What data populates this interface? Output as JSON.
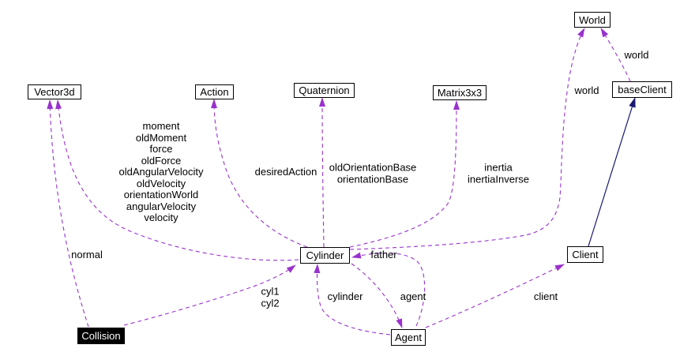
{
  "diagram": {
    "kind": "uml-collaboration-graph",
    "colors": {
      "canvas": "#ffffff",
      "usage_edge": "#9932cc",
      "inheritance_edge": "#191970",
      "node_border": "#000000",
      "node_background": "#ffffff",
      "node_text": "#000000",
      "highlighted_node_background": "#000000",
      "highlighted_node_text": "#ffffff"
    },
    "nodes": [
      {
        "id": "world",
        "label": "World",
        "highlighted": false
      },
      {
        "id": "vector3d",
        "label": "Vector3d",
        "highlighted": false
      },
      {
        "id": "action",
        "label": "Action",
        "highlighted": false
      },
      {
        "id": "quaternion",
        "label": "Quaternion",
        "highlighted": false
      },
      {
        "id": "matrix3x3",
        "label": "Matrix3x3",
        "highlighted": false
      },
      {
        "id": "baseclient",
        "label": "baseClient",
        "highlighted": false
      },
      {
        "id": "cylinder",
        "label": "Cylinder",
        "highlighted": false
      },
      {
        "id": "client",
        "label": "Client",
        "highlighted": false
      },
      {
        "id": "collision",
        "label": "Collision",
        "highlighted": true
      },
      {
        "id": "agent",
        "label": "Agent",
        "highlighted": false
      }
    ],
    "edges": [
      {
        "from": "Cylinder",
        "to": "Vector3d",
        "relation": "usage",
        "style": "dashed",
        "label_lines": [
          "moment",
          "oldMoment",
          "force",
          "oldForce",
          "oldAngularVelocity",
          "oldVelocity",
          "orientationWorld",
          "angularVelocity",
          "velocity"
        ]
      },
      {
        "from": "Collision",
        "to": "Vector3d",
        "relation": "usage",
        "style": "dashed",
        "label_lines": [
          "normal"
        ]
      },
      {
        "from": "Cylinder",
        "to": "Action",
        "relation": "usage",
        "style": "dashed",
        "label_lines": [
          "desiredAction"
        ]
      },
      {
        "from": "Cylinder",
        "to": "Quaternion",
        "relation": "usage",
        "style": "dashed",
        "label_lines": [
          "oldOrientationBase",
          "orientationBase"
        ]
      },
      {
        "from": "Cylinder",
        "to": "Matrix3x3",
        "relation": "usage",
        "style": "dashed",
        "label_lines": [
          "inertia",
          "inertiaInverse"
        ]
      },
      {
        "from": "Cylinder",
        "to": "World",
        "relation": "usage",
        "style": "dashed",
        "label_lines": [
          "world"
        ]
      },
      {
        "from": "baseClient",
        "to": "World",
        "relation": "usage",
        "style": "dashed",
        "label_lines": [
          "world"
        ]
      },
      {
        "from": "Client",
        "to": "baseClient",
        "relation": "public-inheritance",
        "style": "solid",
        "label_lines": []
      },
      {
        "from": "Collision",
        "to": "Cylinder",
        "relation": "usage",
        "style": "dashed",
        "label_lines": [
          "cyl1",
          "cyl2"
        ]
      },
      {
        "from": "Agent",
        "to": "Cylinder",
        "relation": "usage",
        "style": "dashed",
        "label_lines": [
          "cylinder"
        ]
      },
      {
        "from": "Agent",
        "to": "Cylinder",
        "relation": "usage",
        "style": "dashed",
        "label_lines": [
          "father"
        ]
      },
      {
        "from": "Cylinder",
        "to": "Agent",
        "relation": "usage",
        "style": "dashed",
        "label_lines": [
          "agent"
        ]
      },
      {
        "from": "Agent",
        "to": "Client",
        "relation": "usage",
        "style": "dashed",
        "label_lines": [
          "client"
        ]
      }
    ]
  }
}
